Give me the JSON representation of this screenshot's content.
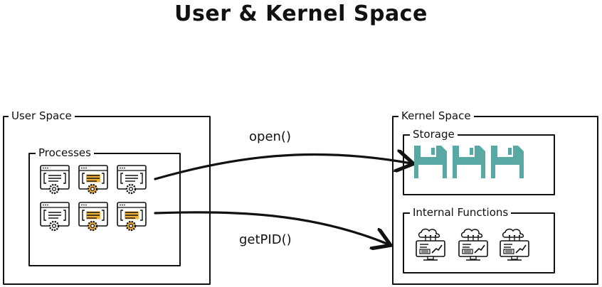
{
  "title": "User & Kernel Space",
  "boxes": {
    "user_space": "User Space",
    "processes": "Processes",
    "kernel_space": "Kernel Space",
    "storage": "Storage",
    "internal_functions": "Internal Functions"
  },
  "calls": {
    "open": "open()",
    "getpid": "getPID()"
  },
  "colors": {
    "ink": "#111111",
    "floppy": "#5aa8a3",
    "process_accent": "#f2b33d",
    "background": "#ffffff"
  },
  "icons": {
    "process": "process-window-gear-icon",
    "storage": "floppy-disk-icon",
    "internal": "monitor-cloud-chart-icon"
  }
}
